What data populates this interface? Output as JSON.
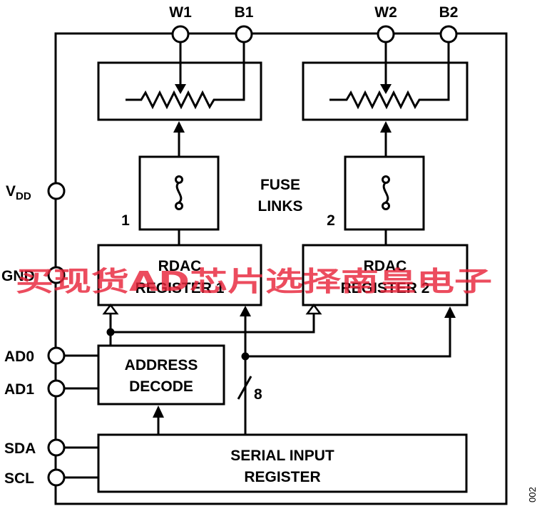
{
  "pins": {
    "w1": "W1",
    "b1": "B1",
    "w2": "W2",
    "b2": "B2",
    "vdd_main": "V",
    "vdd_sub": "DD",
    "gnd": "GND",
    "ad0": "AD0",
    "ad1": "AD1",
    "sda": "SDA",
    "scl": "SCL"
  },
  "labels": {
    "fuse_line1": "FUSE",
    "fuse_line2": "LINKS",
    "channel_1": "1",
    "channel_2": "2",
    "rdac1_line1": "RDAC",
    "rdac1_line2": "REGISTER 1",
    "rdac2_line1": "RDAC",
    "rdac2_line2": "REGISTER 2",
    "address_line1": "ADDRESS",
    "address_line2": "DECODE",
    "serial_line1": "SERIAL INPUT",
    "serial_line2": "REGISTER",
    "bus_width": "8",
    "figure_ref": "002"
  },
  "watermark": {
    "text": "买现货AD芯片选择南皇电子",
    "color": "#e8253a"
  },
  "colors": {
    "line": "#000000",
    "background": "#ffffff"
  }
}
